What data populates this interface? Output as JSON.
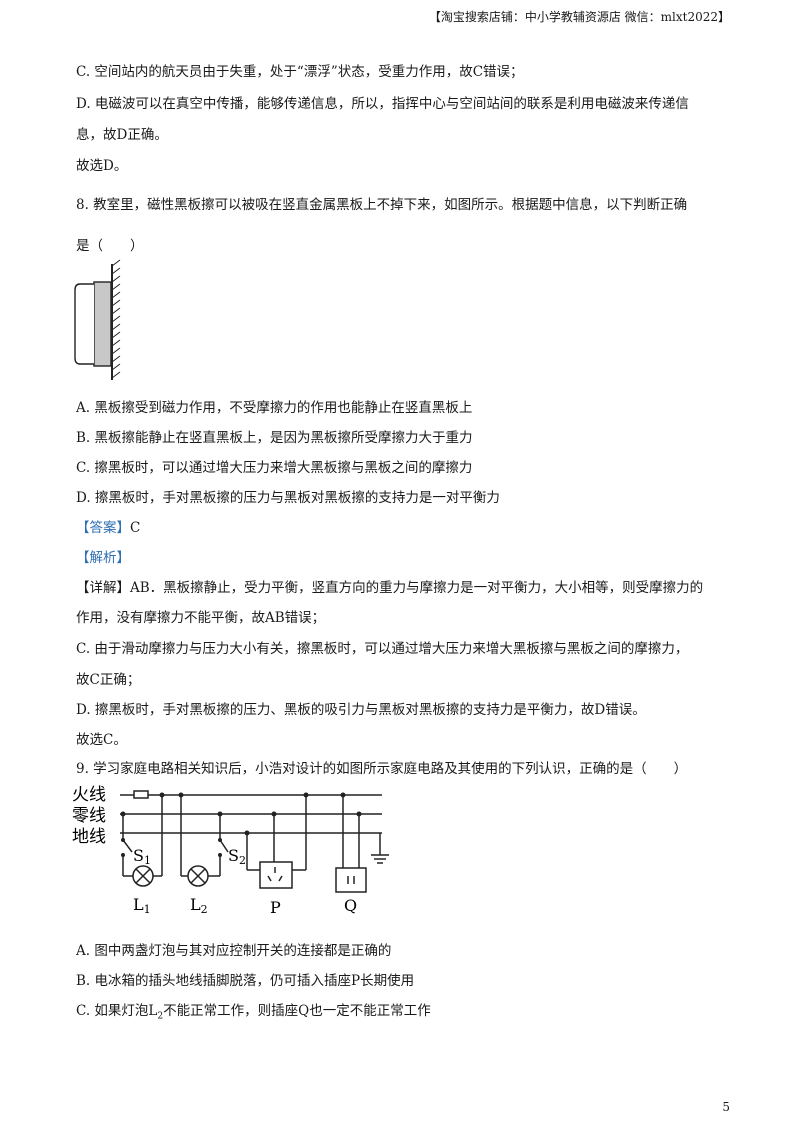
{
  "header": {
    "shop": "【淘宝搜索店铺：中小学教辅资源店  微信：mlxt2022】"
  },
  "q7_tail": {
    "c": "C. 空间站内的航天员由于失重，处于“漂浮”状态，受重力作用，故C错误；",
    "d1": "D. 电磁波可以在真空中传播，能够传递信息，所以，指挥中心与空间站间的联系是利用电磁波来传递信",
    "d2": "息，故D正确。",
    "choose": "故选D。"
  },
  "q8": {
    "stem1": "8. 教室里，磁性黑板擦可以被吸在竖直金属黑板上不掉下来，如图所示。根据题中信息，以下判断正确",
    "stem2": "是（　　）",
    "a": "A. 黑板擦受到磁力作用，不受摩擦力的作用也能静止在竖直黑板上",
    "b": "B. 黑板擦能静止在竖直黑板上，是因为黑板擦所受摩擦力大于重力",
    "c": "C. 擦黑板时，可以通过增大压力来增大黑板擦与黑板之间的摩擦力",
    "d": "D. 擦黑板时，手对黑板擦的压力与黑板对黑板擦的支持力是一对平衡力",
    "answer_label": "【答案】",
    "answer_value": "C",
    "analysis_label": "【解析】",
    "detail1": "【详解】AB．黑板擦静止，受力平衡，竖直方向的重力与摩擦力是一对平衡力，大小相等，则受摩擦力的",
    "detail2": "作用，没有摩擦力不能平衡，故AB错误；",
    "detail3": "C. 由于滑动摩擦力与压力大小有关，擦黑板时，可以通过增大压力来增大黑板擦与黑板之间的摩擦力，",
    "detail4": "故C正确；",
    "detail5": "D. 擦黑板时，手对黑板擦的压力、黑板的吸引力与黑板对黑板擦的支持力是平衡力，故D错误。",
    "choose": "故选C。"
  },
  "q9": {
    "stem": "9. 学习家庭电路相关知识后，小浩对设计的如图所示家庭电路及其使用的下列认识，正确的是（　　）",
    "diagram": {
      "live": "火线",
      "neutral": "零线",
      "ground": "地线",
      "s1": "S",
      "s1_sub": "1",
      "s2": "S",
      "s2_sub": "2",
      "l1": "L",
      "l1_sub": "1",
      "l2": "L",
      "l2_sub": "2",
      "p": "P",
      "q": "Q"
    },
    "a": "A. 图中两盏灯泡与其对应控制开关的连接都是正确的",
    "b": "B. 电冰箱的插头地线插脚脱落，仍可插入插座P长期使用",
    "c1": "C. 如果灯泡L",
    "c_sub": "2",
    "c2": "不能正常工作，则插座Q也一定不能正常工作"
  },
  "page_number": "5"
}
